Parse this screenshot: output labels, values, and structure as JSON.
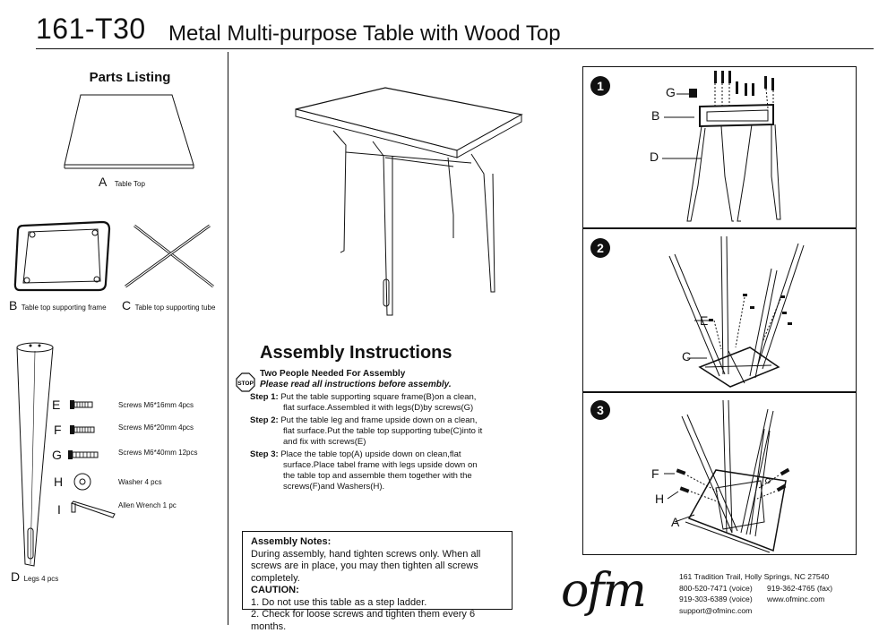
{
  "header": {
    "model": "161-T30",
    "title": "Metal Multi-purpose Table with Wood Top"
  },
  "parts": {
    "heading": "Parts Listing",
    "items": [
      {
        "letter": "A",
        "label": "Table Top"
      },
      {
        "letter": "B",
        "label": "Table top supporting frame"
      },
      {
        "letter": "C",
        "label": "Table top supporting tube"
      },
      {
        "letter": "D",
        "label": "Legs 4 pcs"
      },
      {
        "letter": "E",
        "label": "Screws M6*16mm 4pcs"
      },
      {
        "letter": "F",
        "label": "Screws M6*20mm 4pcs"
      },
      {
        "letter": "G",
        "label": "Screws M6*40mm 12pcs"
      },
      {
        "letter": "H",
        "label": "Washer 4 pcs"
      },
      {
        "letter": "I",
        "label": "Allen Wrench 1 pc"
      }
    ]
  },
  "instructions": {
    "title": "Assembly Instructions",
    "stop_icon": "STOP",
    "warning_line1": "Two People Needed For Assembly",
    "warning_line2": "Please read all instructions before assembly.",
    "steps": [
      {
        "label": "Step 1:",
        "line1": "Put the table supporting square frame(B)on a clean,",
        "rest": "flat surface.Assembled it with legs(D)by screws(G)"
      },
      {
        "label": "Step 2:",
        "line1": "Put the table leg and frame upside down on a clean,",
        "rest": "flat surface.Put the table top supporting tube(C)into it and fix with screws(E)"
      },
      {
        "label": "Step 3:",
        "line1": "Place the table top(A) upside down on clean,flat",
        "rest": "surface.Place tabel frame with legs upside down on the table top and assemble them  together with the screws(F)and Washers(H)."
      }
    ]
  },
  "notes": {
    "heading": "Assembly Notes:",
    "body": "During assembly, hand tighten screws only. When all screws are in place, you may then tighten all screws completely.",
    "caution_heading": "CAUTION:",
    "caution_1": "1. Do not use this table as a step ladder.",
    "caution_2": "2. Check for loose screws and tighten them every 6 months."
  },
  "panels": {
    "p1": {
      "number": "1",
      "labels": {
        "g": "G",
        "b": "B",
        "d": "D"
      }
    },
    "p2": {
      "number": "2",
      "labels": {
        "e": "E",
        "c": "C"
      }
    },
    "p3": {
      "number": "3",
      "labels": {
        "f": "F",
        "h": "H",
        "a": "A"
      }
    }
  },
  "company": {
    "logo": "ofm",
    "address": "161 Tradition Trail, Holly Springs, NC 27540",
    "phone_voice": "800-520-7471 (voice)",
    "fax": "919-362-4765 (fax)",
    "phone_voice2": "919-303-6389 (voice)",
    "website": "www.ofminc.com",
    "email": "support@ofminc.com"
  }
}
